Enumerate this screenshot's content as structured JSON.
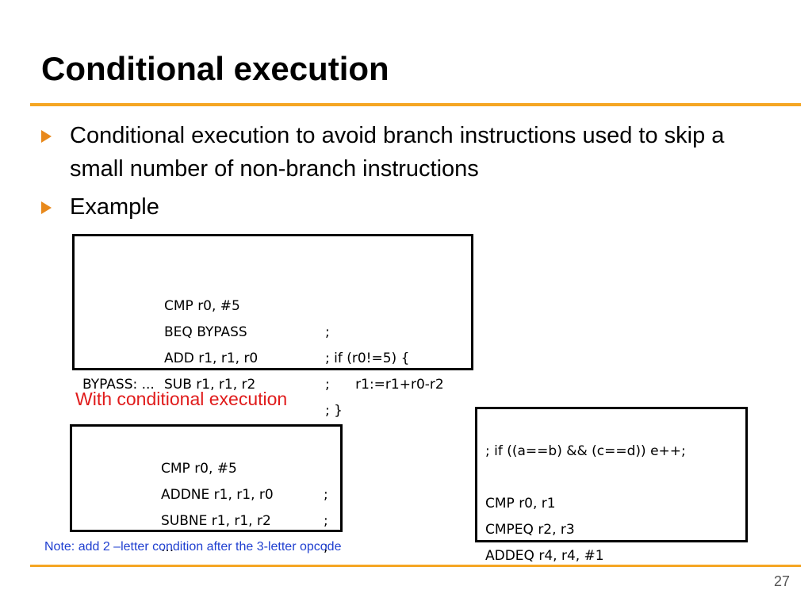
{
  "slide": {
    "title": "Conditional execution",
    "accent_color": "#f5a623",
    "bullet_color": "#e8891c",
    "bullets": [
      "Conditional execution to avoid branch instructions used to skip a small number of non-branch instructions",
      "Example"
    ],
    "example_code": [
      {
        "label": "",
        "instr": "CMP r0, #5",
        "comment": ";"
      },
      {
        "label": "",
        "instr": "BEQ BYPASS",
        "comment": "; if (r0!=5) {"
      },
      {
        "label": "",
        "instr": "ADD r1, r1, r0",
        "comment": ";      r1:=r1+r0-r2"
      },
      {
        "label": "",
        "instr": "SUB r1, r1, r2",
        "comment": "; }"
      },
      {
        "label": "BYPASS: ...",
        "instr": "",
        "comment": ""
      }
    ],
    "with_conditional_label": "With conditional execution",
    "conditional_code": [
      {
        "instr": "CMP r0, #5",
        "comment": ";"
      },
      {
        "instr": "ADDNE r1, r1, r0",
        "comment": ";"
      },
      {
        "instr": "SUBNE r1, r1, r2",
        "comment": ";"
      },
      {
        "instr": "...",
        "comment": ""
      }
    ],
    "second_example": [
      "; if ((a==b) && (c==d)) e++;",
      "",
      "CMP r0, r1",
      "CMPEQ r2, r3",
      "ADDEQ r4, r4, #1"
    ],
    "note": "Note: add 2 –letter condition after the 3-letter opcode",
    "page_number": "27"
  }
}
